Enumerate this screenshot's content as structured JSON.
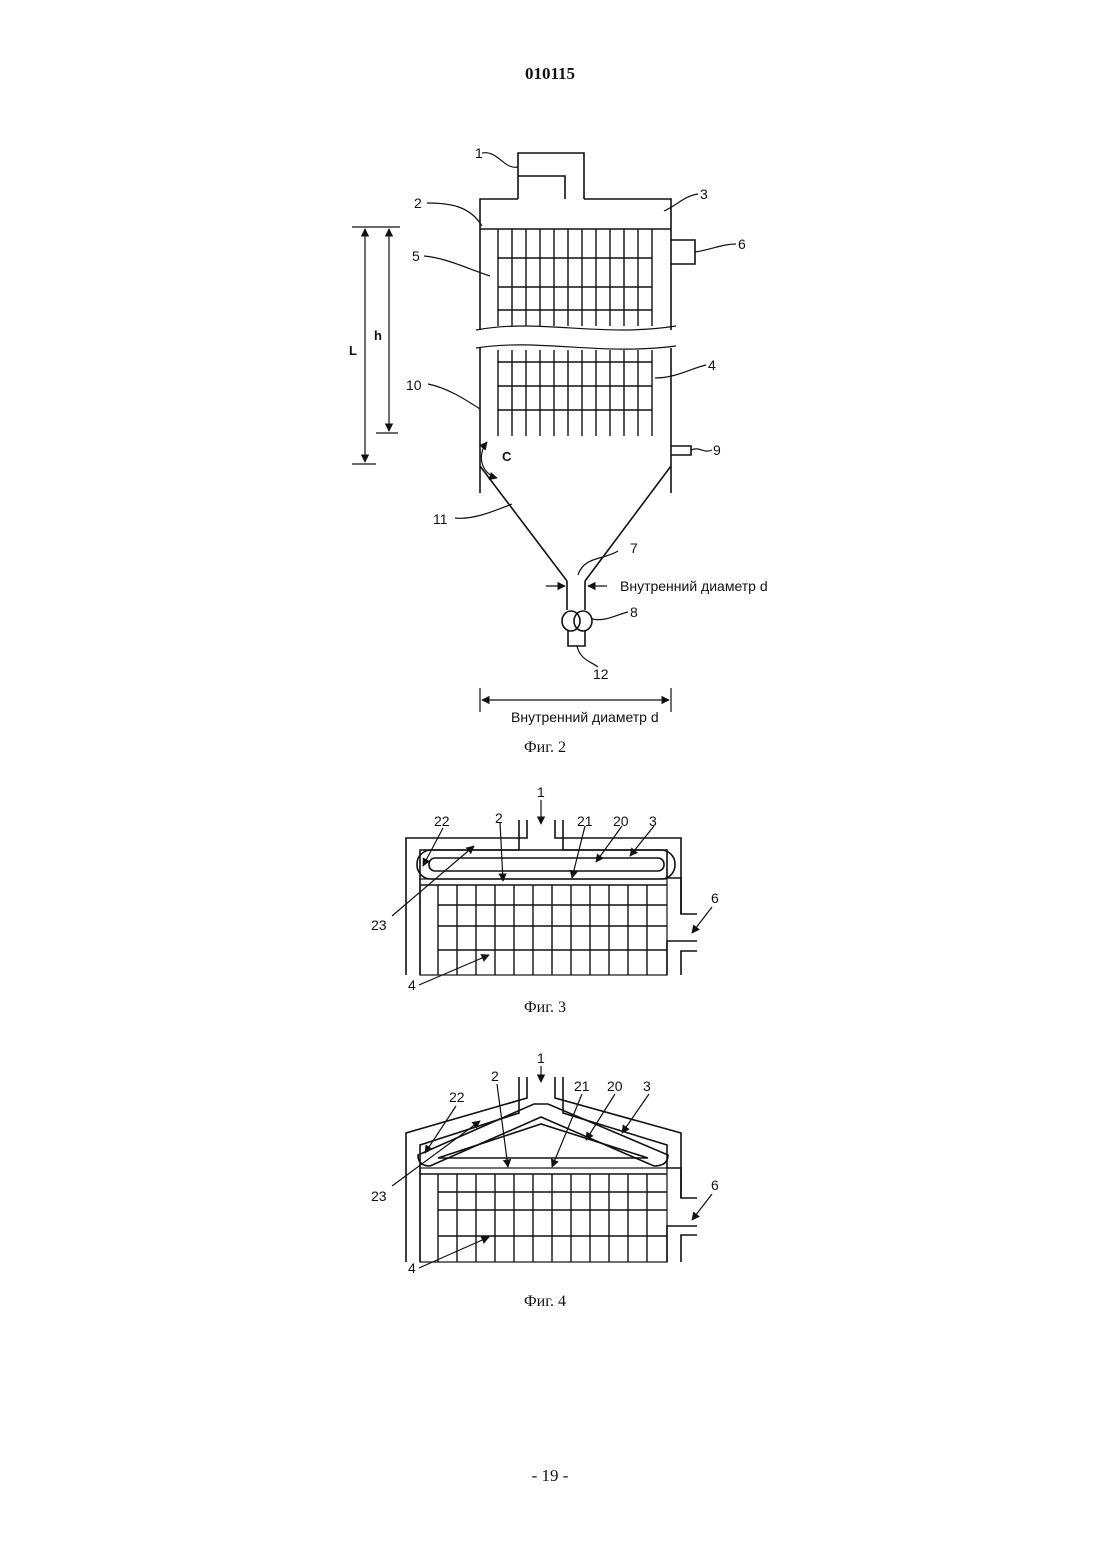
{
  "header": {
    "doc_number": "010115"
  },
  "footer": {
    "page_number": "- 19 -"
  },
  "fig2": {
    "caption": "Фиг. 2",
    "labels": {
      "n1": "1",
      "n2": "2",
      "n3": "3",
      "n4": "4",
      "n5": "5",
      "n6": "6",
      "n7": "7",
      "n8": "8",
      "n9": "9",
      "n10": "10",
      "n11": "11",
      "n12": "12",
      "L": "L",
      "h": "h",
      "C": "C",
      "inner_diam_small": "Внутренний диаметр d",
      "inner_diam_large": "Внутренний диаметр d"
    }
  },
  "fig3": {
    "caption": "Фиг. 3",
    "labels": {
      "n1": "1",
      "n2": "2",
      "n3": "3",
      "n4": "4",
      "n6": "6",
      "n20": "20",
      "n21": "21",
      "n22": "22",
      "n23": "23"
    }
  },
  "fig4": {
    "caption": "Фиг. 4",
    "labels": {
      "n1": "1",
      "n2": "2",
      "n3": "3",
      "n4": "4",
      "n6": "6",
      "n20": "20",
      "n21": "21",
      "n22": "22",
      "n23": "23"
    }
  }
}
